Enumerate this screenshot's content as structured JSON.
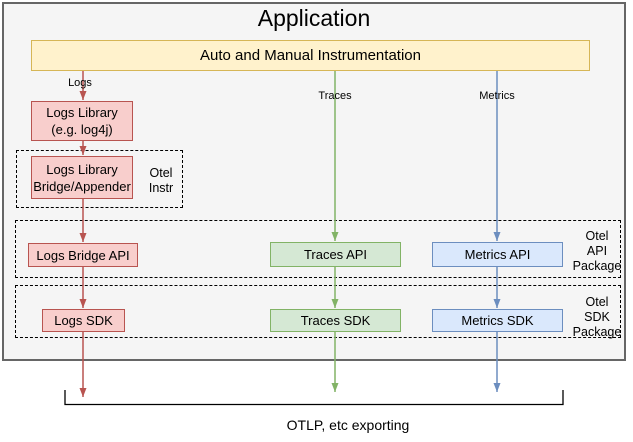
{
  "palette": {
    "app_fill": "#f5f5f5",
    "app_stroke": "#666666",
    "yellow_fill": "#fff2cc",
    "yellow_stroke": "#d6b656",
    "red_fill": "#f8cecc",
    "red_stroke": "#b85450",
    "green_fill": "#d5e8d4",
    "green_stroke": "#82b366",
    "blue_fill": "#dae8fc",
    "blue_stroke": "#6c8ebf",
    "dashed_stroke": "#000000",
    "text": "#000000"
  },
  "title": "Application",
  "banner": {
    "label": "Auto and Manual Instrumentation"
  },
  "columns": {
    "logs": {
      "label": "Logs"
    },
    "traces": {
      "label": "Traces"
    },
    "metrics": {
      "label": "Metrics"
    }
  },
  "nodes": {
    "logs_library": {
      "line1": "Logs Library",
      "line2": "(e.g. log4j)"
    },
    "logs_bridge": {
      "line1": "Logs Library",
      "line2": "Bridge/Appender"
    },
    "logs_bridge_api": {
      "label": "Logs Bridge API"
    },
    "traces_api": {
      "label": "Traces API"
    },
    "metrics_api": {
      "label": "Metrics API"
    },
    "logs_sdk": {
      "label": "Logs SDK"
    },
    "traces_sdk": {
      "label": "Traces SDK"
    },
    "metrics_sdk": {
      "label": "Metrics SDK"
    }
  },
  "groups": {
    "otel_instr": {
      "line1": "Otel",
      "line2": "Instr"
    },
    "otel_api_package": {
      "line1": "Otel",
      "line2": "API",
      "line3": "Package"
    },
    "otel_sdk_package": {
      "line1": "Otel",
      "line2": "SDK",
      "line3": "Package"
    }
  },
  "footer": {
    "label": "OTLP, etc exporting"
  }
}
